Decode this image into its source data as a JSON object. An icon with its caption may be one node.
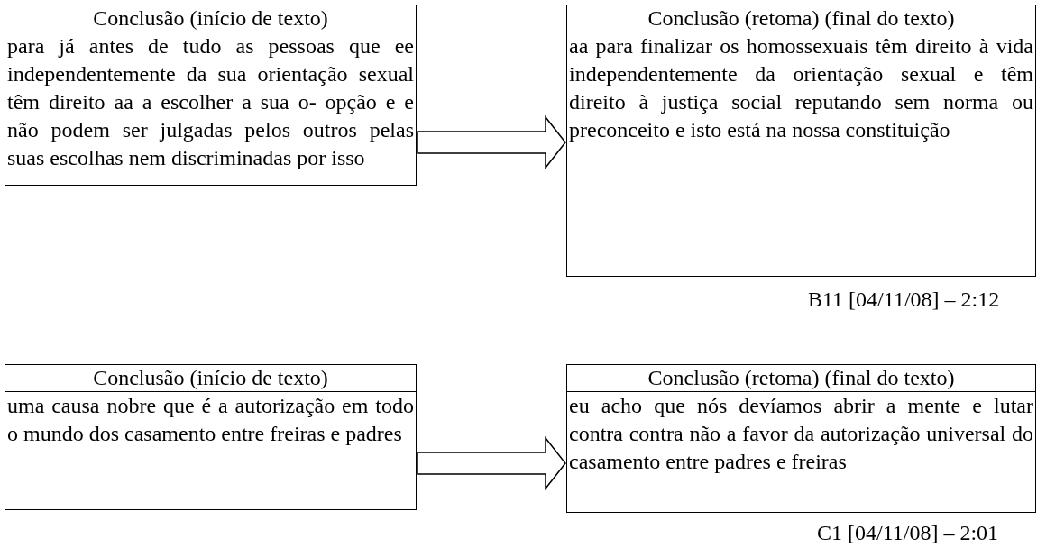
{
  "diagram": {
    "nodes": [
      {
        "text": [
          "Conclusão  (início de texto)",
          "para já antes de tudo as pessoas que ee independentemente da sua orientação sexual têm direito aa a escolher a sua o- opção e e não podem ser julgadas pelos outros pelas suas escolhas nem discriminadas por isso"
        ]
      },
      {
        "text": [
          "Conclusão (retoma) (final do texto)",
          "aa para finalizar os homossexuais têm direito à vida independentemente da orientação sexual e têm direito à justiça social reputando sem norma ou preconceito e isto está na nossa constituição"
        ],
        "beside": [
          "B11 [04/11/08] – 2:12"
        ]
      },
      {
        "text": [
          "Conclusão  (início de texto)",
          "uma causa nobre que é a autorização em todo o mundo dos casamento entre freiras e padres"
        ]
      },
      {
        "text": [
          "Conclusão (retoma) (final do texto)",
          "eu acho que nós devíamos abrir a mente e lutar contra contra não a favor da autorização universal do casamento entre padres e freiras"
        ],
        "beside": [
          "C1 [04/11/08] – 2:01"
        ]
      }
    ],
    "edges": [
      {
        "from": 0,
        "to": 1,
        "arrow": "to"
      },
      {
        "from": 2,
        "to": 3,
        "arrow": "to"
      }
    ]
  }
}
